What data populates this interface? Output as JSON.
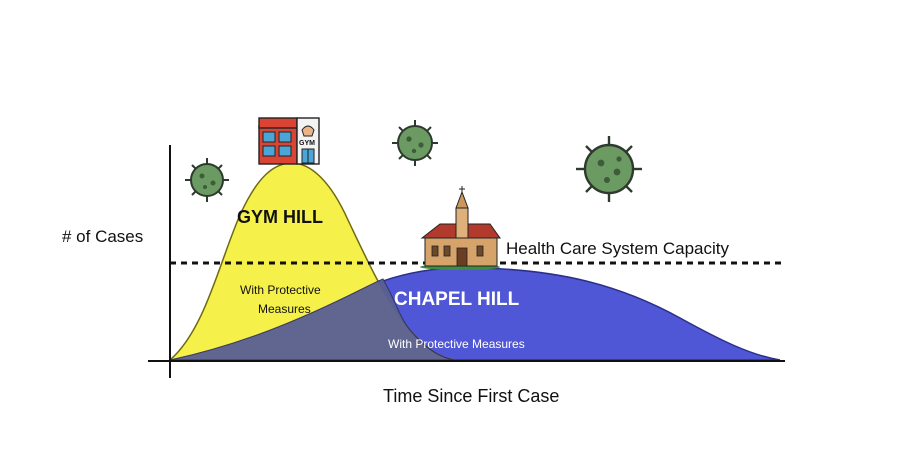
{
  "axes": {
    "y_label": "# of Cases",
    "x_label": "Time Since First Case"
  },
  "capacity_label": "Health Care System Capacity",
  "curves": {
    "gym": {
      "title": "GYM HILL",
      "note_line1": "With Protective",
      "note_line2": "Measures",
      "fill": "#f5f04a"
    },
    "chapel": {
      "title": "CHAPEL HILL",
      "note": "With Protective Measures",
      "fill": "#5057d6"
    },
    "overlap_fill": "#5a5f94"
  },
  "gym_building": {
    "sign": "GYM"
  },
  "icons": [
    "virus-icon",
    "gym-building-icon",
    "chapel-icon"
  ]
}
